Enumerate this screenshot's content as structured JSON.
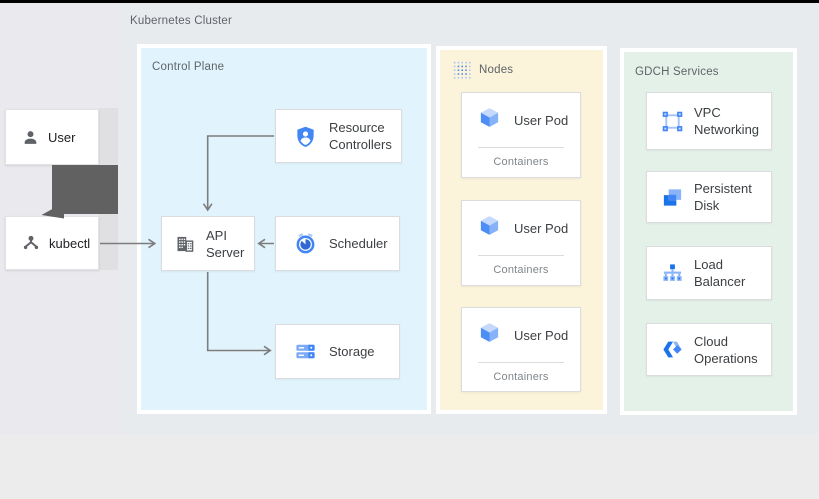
{
  "page": {
    "cluster_label": "Kubernetes Cluster"
  },
  "actors": {
    "user": {
      "label": "User",
      "icon": "person-icon"
    },
    "kubectl": {
      "label": "kubectl",
      "icon": "node-graph-icon"
    }
  },
  "control_plane": {
    "label": "Control Plane",
    "cards": [
      {
        "lines": [
          "Resource",
          "Controllers"
        ],
        "icon": "shield-person-icon"
      },
      {
        "lines": [
          "API",
          "Server"
        ],
        "icon": "building-icon"
      },
      {
        "lines": [
          "Scheduler"
        ],
        "icon": "alarm-clock-icon"
      },
      {
        "lines": [
          "Storage"
        ],
        "icon": "storage-disks-icon"
      }
    ]
  },
  "nodes": {
    "label": "Nodes",
    "icon": "dot-grid-icon",
    "pods": [
      {
        "title": "User Pod",
        "subtitle": "Containers",
        "icon": "cube-icon"
      },
      {
        "title": "User Pod",
        "subtitle": "Containers",
        "icon": "cube-icon"
      },
      {
        "title": "User Pod",
        "subtitle": "Containers",
        "icon": "cube-icon"
      }
    ]
  },
  "gdch": {
    "label": "GDCH Services",
    "cards": [
      {
        "lines": [
          "VPC",
          "Networking"
        ],
        "icon": "vpc-icon"
      },
      {
        "lines": [
          "Persistent",
          "Disk"
        ],
        "icon": "persistent-disk-icon"
      },
      {
        "lines": [
          "Load",
          "Balancer"
        ],
        "icon": "load-balancer-icon"
      },
      {
        "lines": [
          "Cloud",
          "Operations"
        ],
        "icon": "cloud-operations-icon"
      }
    ]
  },
  "colors": {
    "control_plane_fill": "#e1f4fd",
    "nodes_fill": "#fbf3da",
    "gdch_fill": "#e4f1e8",
    "google_blue": "#4285f4",
    "dark_blue": "#1a73e8",
    "light_blue": "#8ab4f8",
    "label_gray": "#5f6368",
    "text_dark": "#3c4043",
    "arrow_gray": "#7d7d7d",
    "thick_arrow_gray": "#616161"
  }
}
